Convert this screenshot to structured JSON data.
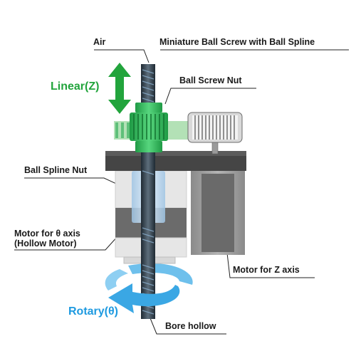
{
  "labels": {
    "air": "Air",
    "ball_screw_spline": "Miniature Ball Screw with Ball Spline",
    "ball_screw_nut": "Ball Screw Nut",
    "ball_spline_nut": "Ball Spline Nut",
    "motor_theta_line1": "Motor for θ axis",
    "motor_theta_line2": "(Hollow Motor)",
    "motor_z": "Motor for Z axis",
    "bore_hollow": "Bore hollow",
    "linear": "Linear(Z)",
    "rotary": "Rotary(θ)"
  },
  "colors": {
    "linear_green": "#22a43c",
    "rotary_blue": "#1e9ae0",
    "nut_green": "#2dbb57",
    "pale_green": "#a6dca9",
    "plate_dark": "#4a4a4a",
    "motor_gray": "#6a6a6a"
  }
}
